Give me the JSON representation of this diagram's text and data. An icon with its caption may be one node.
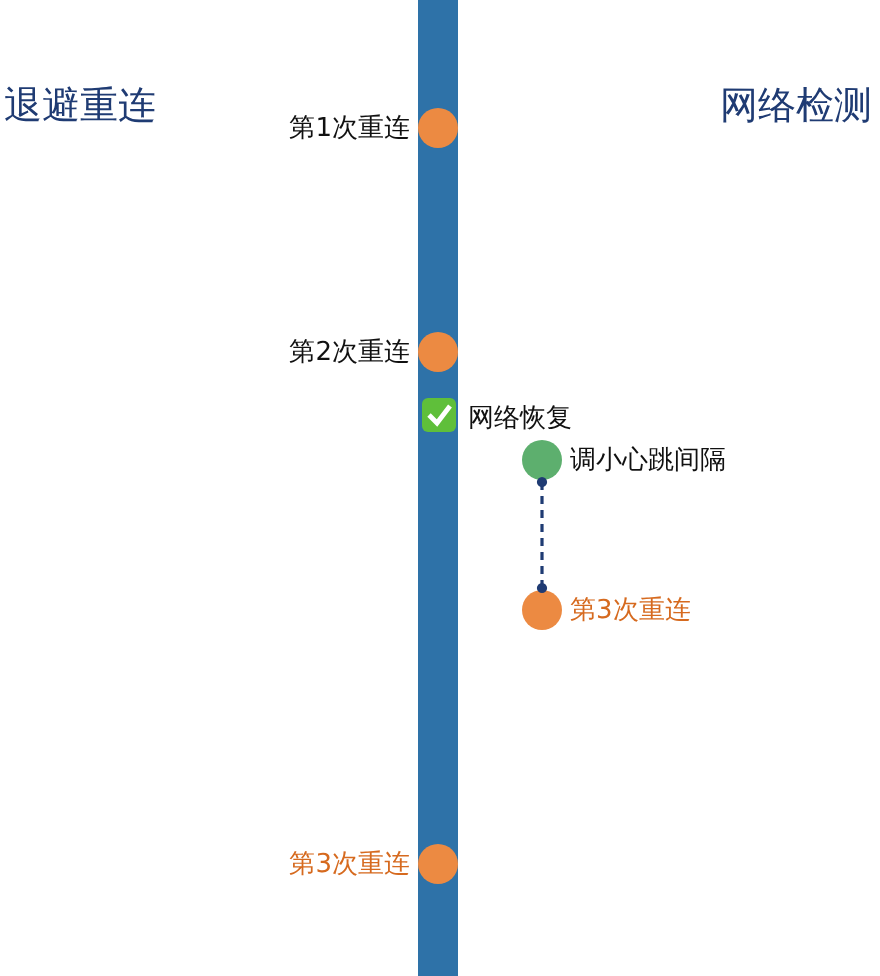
{
  "diagram": {
    "nodes": [
      {
        "text": [],
        "shape": "bar"
      },
      {
        "text": [],
        "shape": "circle",
        "beside": [
          "第1次重连"
        ],
        "in": 0
      },
      {
        "text": [],
        "shape": "circle",
        "beside": [
          "第2次重连"
        ],
        "in": 0
      },
      {
        "text": [],
        "shape": "circle",
        "beside": [
          "调小心跳间隔"
        ]
      },
      {
        "text": [],
        "shape": "circle",
        "beside": [
          "第3次重连"
        ]
      },
      {
        "text": [],
        "shape": "circle",
        "beside": [
          "第3次重连"
        ],
        "in": 0
      }
    ],
    "edges": [
      {
        "from": 3,
        "to": 4,
        "arrow": "other",
        "style": "dashed",
        "color": "#1f3b73"
      }
    ],
    "labels": [
      "退避重连",
      "网络检测",
      "网络恢复"
    ]
  }
}
